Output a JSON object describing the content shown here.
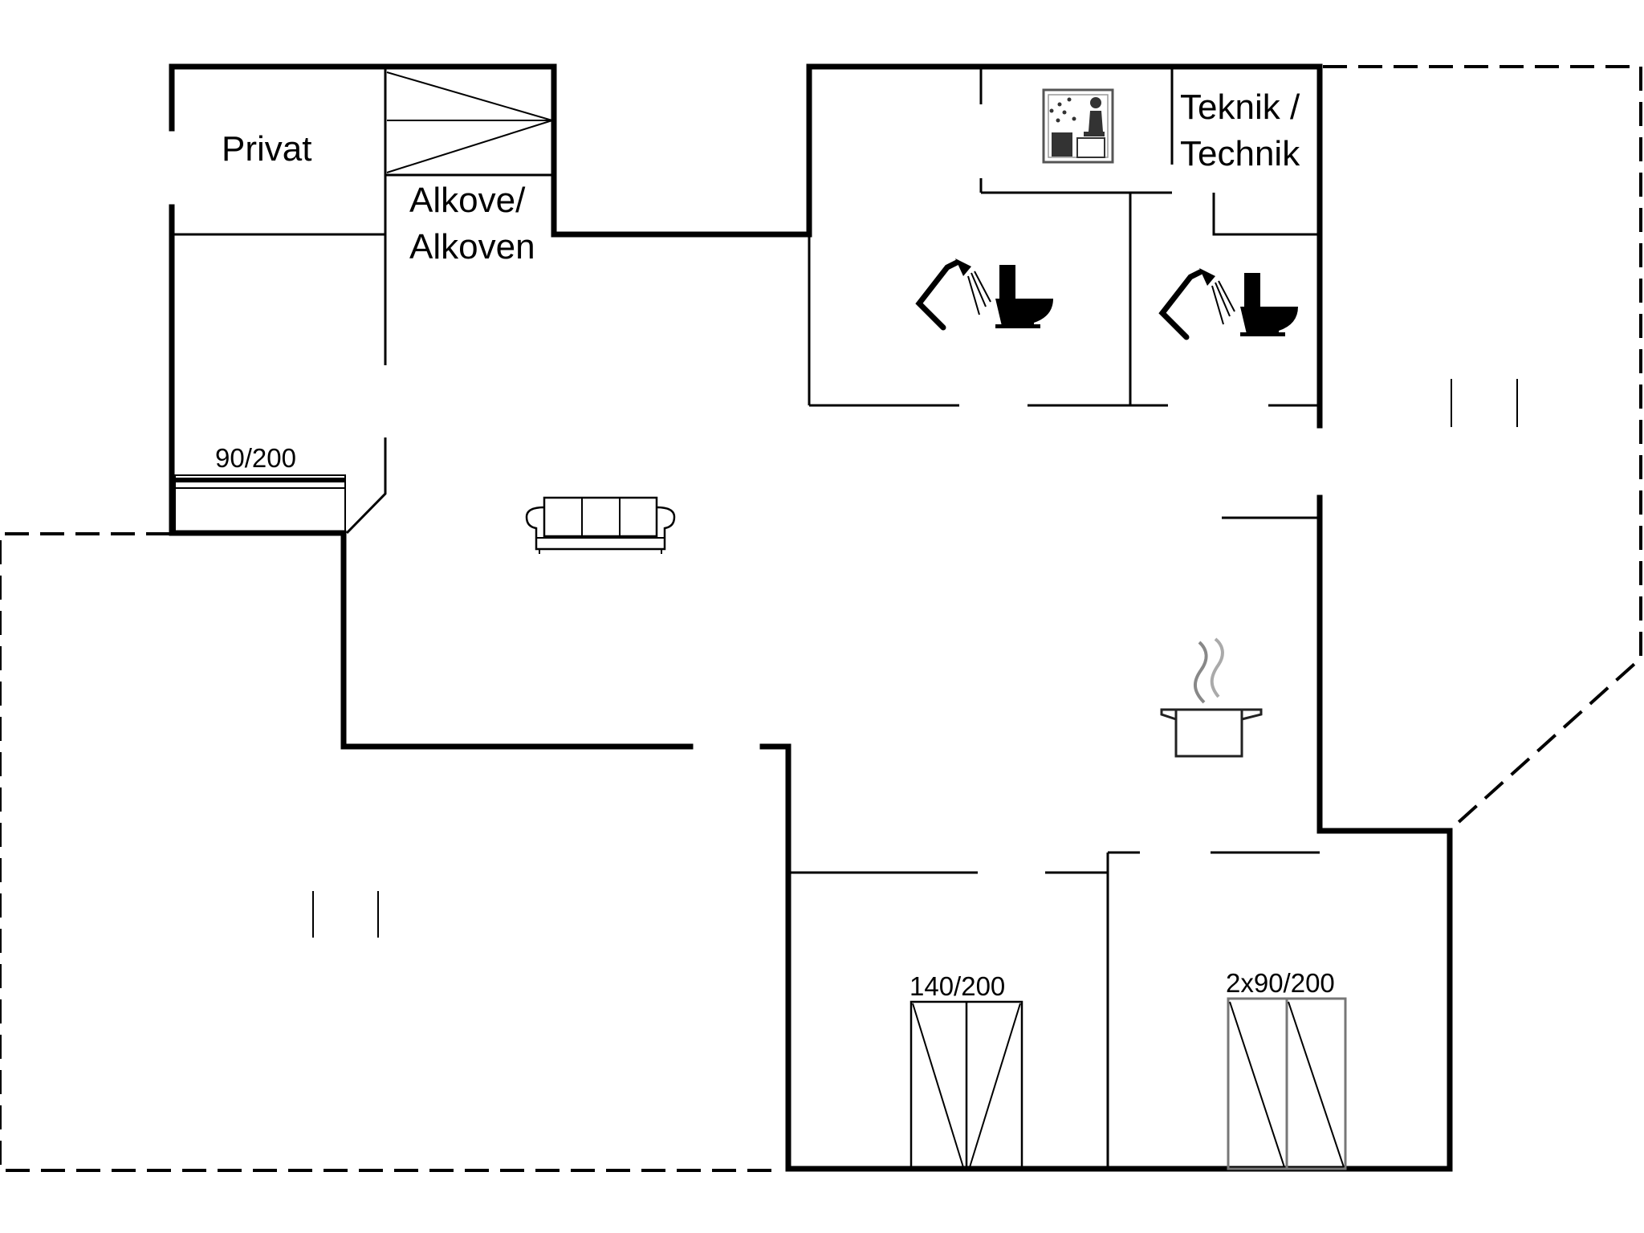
{
  "rooms": {
    "privat": "Privat",
    "alkove_line1": "Alkove/",
    "alkove_line2": "Alkoven",
    "teknik_line1": "Teknik /",
    "teknik_line2": "Technik"
  },
  "beds": {
    "single": "90/200",
    "double": "140/200",
    "twin": "2x90/200"
  }
}
